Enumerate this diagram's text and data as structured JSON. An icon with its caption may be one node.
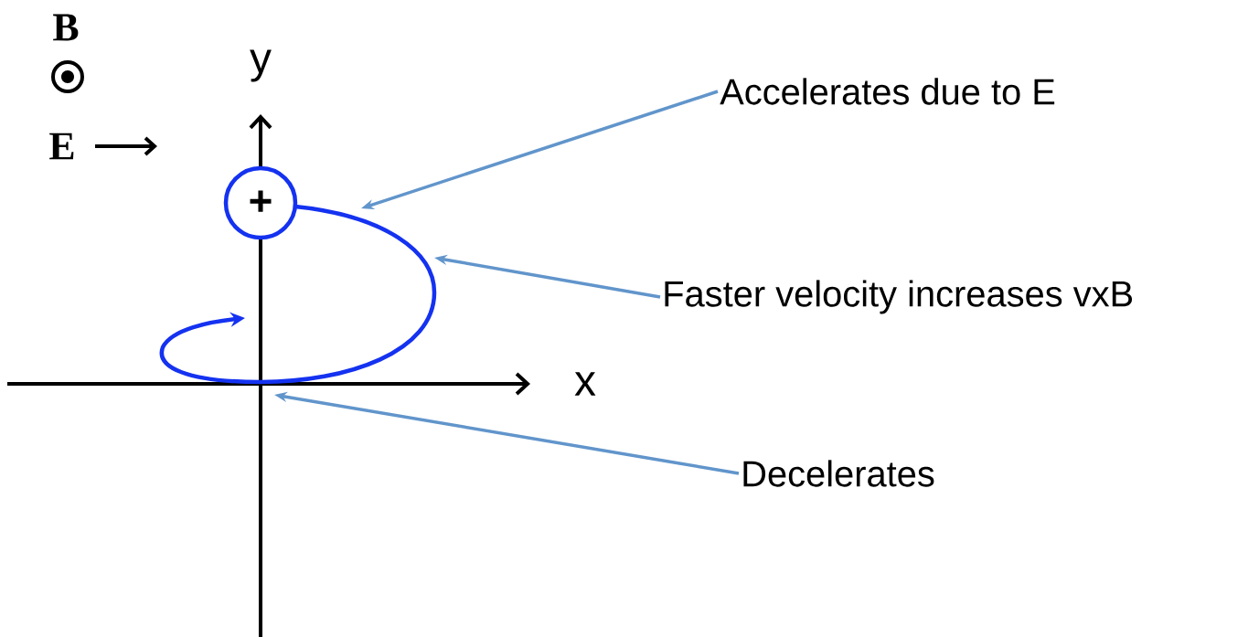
{
  "diagram": {
    "nodes": [
      {
        "text": [
          "Accelerates due to E"
        ]
      },
      {
        "text": [
          "+"
        ]
      },
      {
        "text": [
          "Faster velocity increases vxB"
        ]
      },
      {
        "text": [
          "Decelerates"
        ]
      },
      {
        "text": [],
        "shape": "curve"
      }
    ],
    "edges": [
      {
        "from": 0,
        "to": 4,
        "arrow": "to"
      },
      {
        "from": 2,
        "to": 4,
        "arrow": "to"
      },
      {
        "from": 3,
        "to": 4,
        "arrow": "to"
      }
    ],
    "labels": [
      "B",
      "E",
      "y",
      "x"
    ]
  }
}
